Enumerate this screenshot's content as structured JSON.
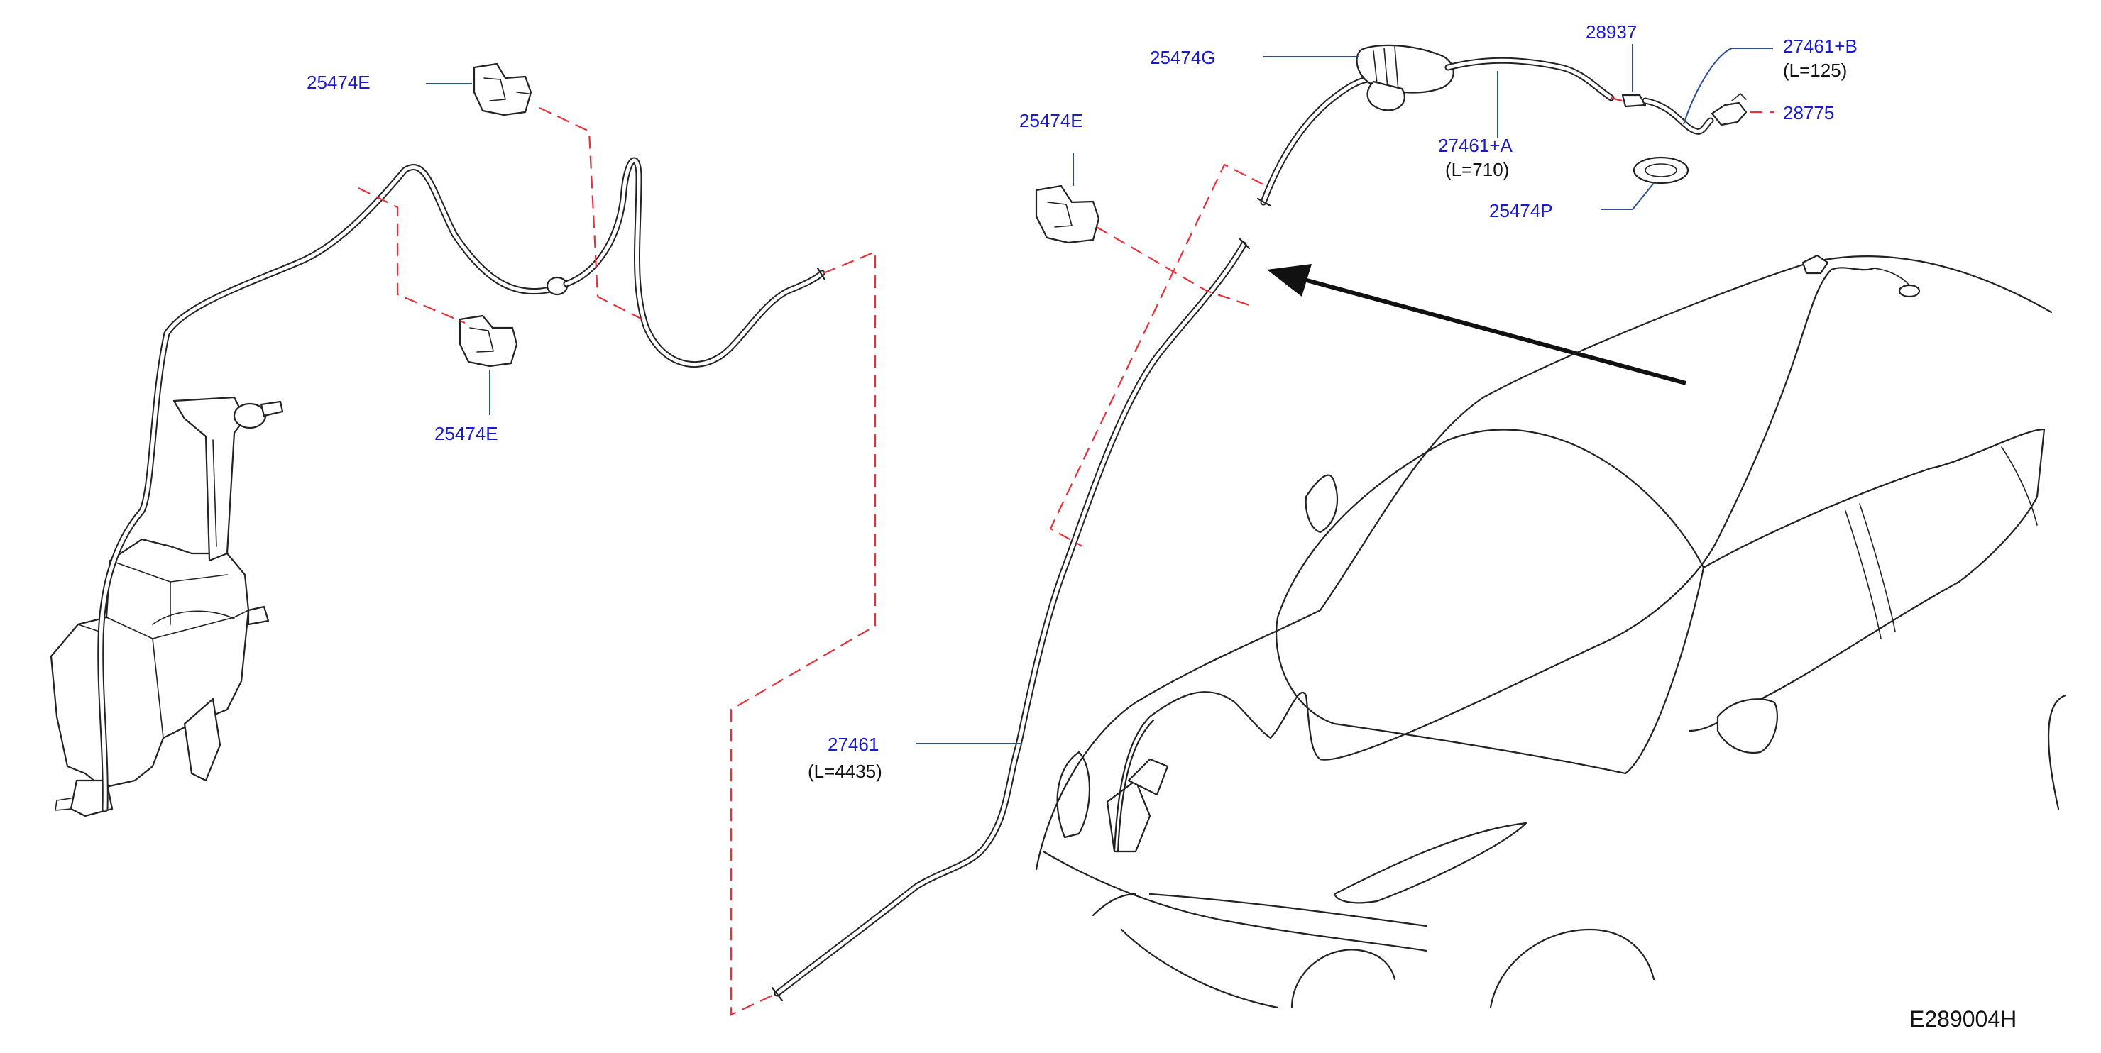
{
  "diagram": {
    "drawing_code": "E289004H",
    "labels": {
      "clip_e_top_left": "25474E",
      "clip_e_mid_left": "25474E",
      "clip_e_right": "25474E",
      "grommet_g": "25474G",
      "connector_28937": "28937",
      "hose_b": "27461+B",
      "hose_b_length": "(L=125)",
      "nozzle_28775": "28775",
      "hose_a": "27461+A",
      "hose_a_length": "(L=710)",
      "grommet_p": "25474P",
      "hose_main": "27461",
      "hose_main_length": "(L=4435)"
    },
    "colors": {
      "label_blue": "#1a1acc",
      "leader_blue": "#2b4f8f",
      "dash_red": "#e8303a",
      "line_black": "#222222"
    }
  }
}
